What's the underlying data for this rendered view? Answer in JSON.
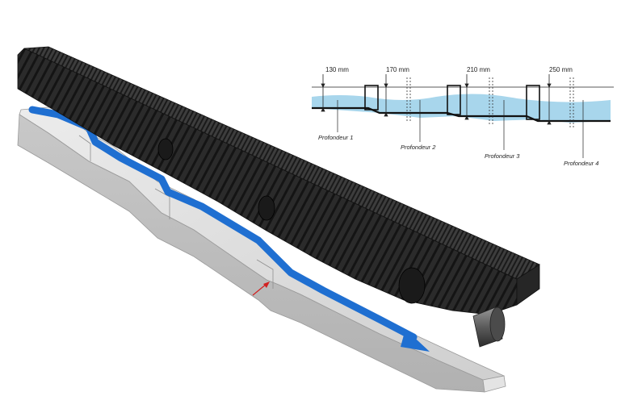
{
  "diagram": {
    "dimensions": [
      "130 mm",
      "170 mm",
      "210 mm",
      "250 mm"
    ],
    "depth_labels": [
      "Profondeur 1",
      "Profondeur 2",
      "Profondeur 3",
      "Profondeur 4"
    ],
    "colors": {
      "water": "#a8d6ec",
      "flow_arrow": "#1f6fd1",
      "concrete": "#dcdcdc",
      "channel_body": "#2a2a2a",
      "grate": "#3b3b3b",
      "marker": "#d22020"
    }
  }
}
